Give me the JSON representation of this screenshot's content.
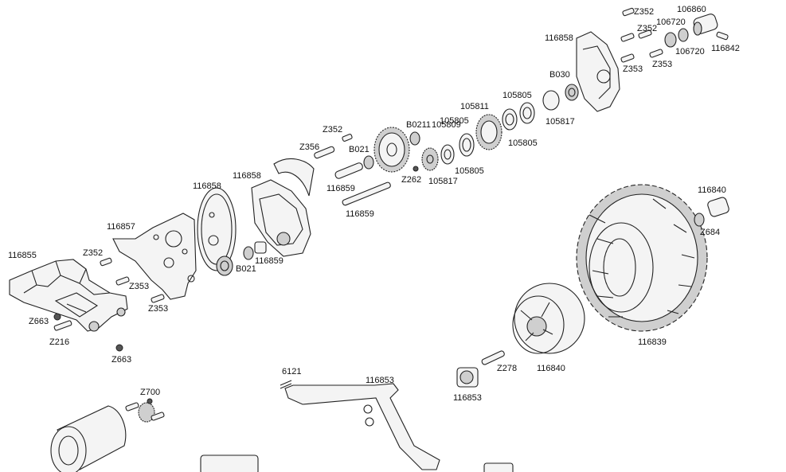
{
  "diagram": {
    "parts": [
      {
        "key": "p116855",
        "label": "116855"
      },
      {
        "key": "p116857",
        "label": "116857"
      },
      {
        "key": "p116858a",
        "label": "116858"
      },
      {
        "key": "p116858b",
        "label": "116858"
      },
      {
        "key": "p116858c",
        "label": "116858"
      },
      {
        "key": "z352a",
        "label": "Z352"
      },
      {
        "key": "z352b",
        "label": "Z352"
      },
      {
        "key": "z352c",
        "label": "Z352"
      },
      {
        "key": "z352d",
        "label": "Z352"
      },
      {
        "key": "z353a",
        "label": "Z353"
      },
      {
        "key": "z353b",
        "label": "Z353"
      },
      {
        "key": "z353c",
        "label": "Z353"
      },
      {
        "key": "z353d",
        "label": "Z353"
      },
      {
        "key": "z356",
        "label": "Z356"
      },
      {
        "key": "z663a",
        "label": "Z663"
      },
      {
        "key": "z663b",
        "label": "Z663"
      },
      {
        "key": "z216",
        "label": "Z216"
      },
      {
        "key": "b021a",
        "label": "B021"
      },
      {
        "key": "b021b",
        "label": "B021"
      },
      {
        "key": "b021c",
        "label": "B0211"
      },
      {
        "key": "b030",
        "label": "B030"
      },
      {
        "key": "p116859a",
        "label": "116859"
      },
      {
        "key": "p116859b",
        "label": "116859"
      },
      {
        "key": "p116859c",
        "label": "116859"
      },
      {
        "key": "z262",
        "label": "Z262"
      },
      {
        "key": "p105817a",
        "label": "105817"
      },
      {
        "key": "p105817b",
        "label": "105817"
      },
      {
        "key": "p105805a",
        "label": "105805"
      },
      {
        "key": "p105805b",
        "label": "105805"
      },
      {
        "key": "p105805c",
        "label": "105805"
      },
      {
        "key": "p105805d",
        "label": "105805"
      },
      {
        "key": "p105809",
        "label": "105809"
      },
      {
        "key": "p105811",
        "label": "105811"
      },
      {
        "key": "p106860",
        "label": "106860"
      },
      {
        "key": "p106720a",
        "label": "106720"
      },
      {
        "key": "p106720b",
        "label": "106720"
      },
      {
        "key": "p116842",
        "label": "116842"
      },
      {
        "key": "p116840a",
        "label": "116840"
      },
      {
        "key": "p116840b",
        "label": "116840"
      },
      {
        "key": "z684",
        "label": "Z684"
      },
      {
        "key": "p116839",
        "label": "116839"
      },
      {
        "key": "z278",
        "label": "Z278"
      },
      {
        "key": "p116853a",
        "label": "116853"
      },
      {
        "key": "p116853b",
        "label": "116853"
      },
      {
        "key": "p6121",
        "label": "6121"
      },
      {
        "key": "z700",
        "label": "Z700"
      }
    ]
  }
}
